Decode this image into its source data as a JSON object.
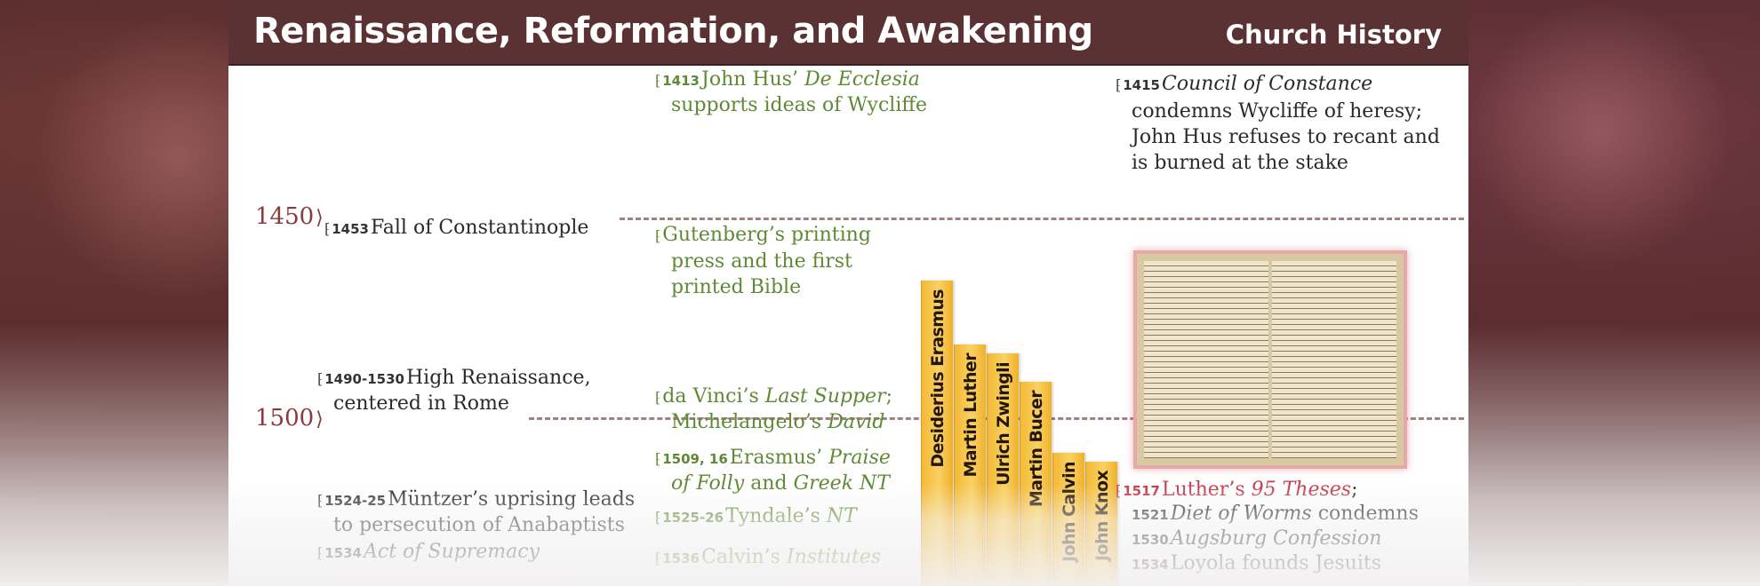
{
  "header": {
    "title": "Renaissance, Reformation, and Awakening",
    "subtitle": "Church History"
  },
  "colors": {
    "header_bg": "#5a3233",
    "accent_green": "#5f8a35",
    "accent_red": "#c43b4a",
    "year_color": "#8a3a3e",
    "bar_yellow": "#f6c443"
  },
  "years": [
    {
      "label": "1450"
    },
    {
      "label": "1500"
    }
  ],
  "events": {
    "e1413": {
      "date": "1413",
      "pre": "John Hus’ ",
      "it": "De Ecclesia",
      "line2": "supports ideas of Wycliffe"
    },
    "e1415": {
      "date": "1415",
      "it": "Council of Constance",
      "line2": "condemns Wycliffe of heresy;",
      "line3": "John Hus refuses to recant and",
      "line4": "is burned at the stake"
    },
    "e1453": {
      "date": "1453",
      "text": "Fall of Constantinople"
    },
    "gutenberg": {
      "line1": "Gutenberg’s printing",
      "line2": "press and the first",
      "line3": "printed Bible"
    },
    "e1490": {
      "date": "1490-1530",
      "line1": "High Renaissance,",
      "line2": "centered in Rome"
    },
    "davinci": {
      "pre": "da Vinci’s ",
      "it1": "Last Supper",
      "post": ";",
      "line2pre": "Michelangelo’s ",
      "it2": "David"
    },
    "e1509": {
      "date": "1509, 16",
      "pre": "Erasmus’ ",
      "it1": "Praise",
      "it2": "of Folly",
      "mid": " and ",
      "it3": "Greek NT"
    },
    "e1524": {
      "date": "1524-25",
      "line1": "Müntzer’s uprising leads",
      "line2": "to persecution of Anabaptists"
    },
    "e1534": {
      "date": "1534",
      "it": "Act of Supremacy"
    },
    "e1525": {
      "date": "1525-26",
      "pre": "Tyndale’s ",
      "it": "NT"
    },
    "e1536": {
      "date": "1536",
      "pre": "Calvin’s ",
      "it": "Institutes"
    },
    "e1517": {
      "date": "1517",
      "pre": "Luther’s ",
      "it": "95 Theses",
      "post": ";"
    },
    "e1521": {
      "date": "1521",
      "it": "Diet of Worms",
      "post": " condemns"
    },
    "e1530": {
      "date": "1530",
      "it": "Augsburg Confession"
    },
    "e1534b": {
      "date": "1534",
      "text": "Loyola founds Jesuits"
    }
  },
  "reformers": [
    {
      "name": "Desiderius Erasmus"
    },
    {
      "name": "Martin Luther"
    },
    {
      "name": "Ulrich Zwingli"
    },
    {
      "name": "Martin Bucer"
    },
    {
      "name": "John Calvin"
    },
    {
      "name": "John Knox"
    }
  ]
}
